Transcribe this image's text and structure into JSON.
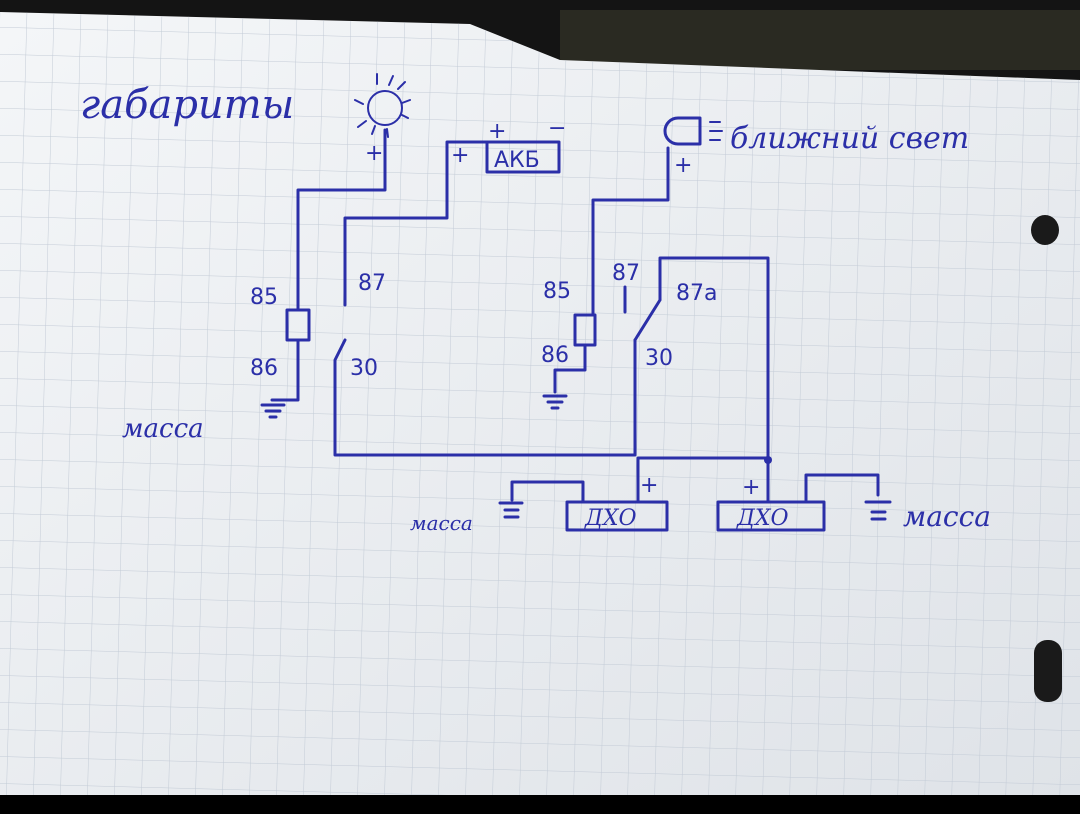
{
  "diagram": {
    "title": "габариты",
    "battery": {
      "label": "АКБ",
      "plus": "+",
      "minus": "−"
    },
    "low_beam": "ближний свет",
    "relay1": {
      "pin85": "85",
      "pin86": "86",
      "pin87": "87",
      "pin30": "30"
    },
    "relay2": {
      "pin85": "85",
      "pin86": "86",
      "pin87": "87",
      "pin87a": "87a",
      "pin30": "30"
    },
    "ground_labels": [
      "масса",
      "масса",
      "масса"
    ],
    "drl_left": {
      "label": "ДХО",
      "plus": "+"
    },
    "drl_right": {
      "label": "ДХО",
      "plus": "+"
    },
    "plus_sign": "+"
  },
  "colors": {
    "ink": "#2b2fa8",
    "paper": "#eef1f4",
    "grid": "#c3cbd6"
  }
}
